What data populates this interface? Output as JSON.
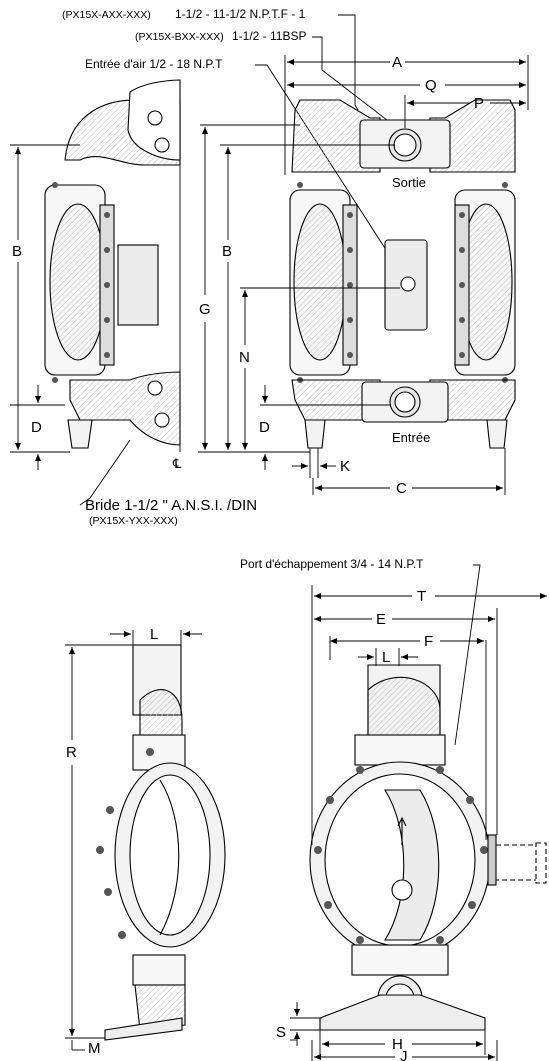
{
  "callouts": {
    "port_a_code": "(PX15X-AXX-XXX)",
    "port_a_thread": "1-1/2 - 11-1/2 N.P.T.F - 1",
    "port_b_code": "(PX15X-BXX-XXX)",
    "port_b_thread": "1-1/2 - 11BSP",
    "air_inlet": "Entrée d'air 1/2 - 18  N.P.T",
    "outlet": "Sortie",
    "inlet": "Entrée",
    "centerline": "℄",
    "flange": "Bride 1-1/2 \" A.N.S.I. /DIN",
    "flange_code": "(PX15X-YXX-XXX)",
    "exhaust_port": "Port d'échappement 3/4 - 14 N.P.T"
  },
  "dimensions": {
    "A": "A",
    "Q": "Q",
    "P": "P",
    "B": "B",
    "G": "G",
    "N": "N",
    "D": "D",
    "K": "K",
    "C": "C",
    "L": "L",
    "R": "R",
    "M": "M",
    "T": "T",
    "E": "E",
    "F": "F",
    "S": "S",
    "H": "H",
    "J": "J"
  }
}
